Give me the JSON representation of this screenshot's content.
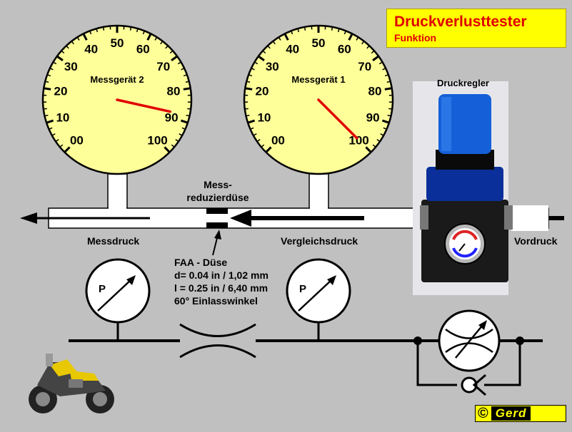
{
  "title": {
    "main": "Druckverlusttester",
    "sub": "Funktion"
  },
  "gauges": {
    "gauge2": {
      "label": "Messgerät  2",
      "reading": 88
    },
    "gauge1": {
      "label": "Messgerät  1",
      "reading": 100
    },
    "scale_labels": [
      "00",
      "10",
      "20",
      "30",
      "40",
      "50",
      "60",
      "70",
      "80",
      "90",
      "100"
    ]
  },
  "labels": {
    "regulator": "Druckregler",
    "orifice_line1": "Mess-",
    "orifice_line2": "reduzierdüse",
    "measuring_pressure": "Messdruck",
    "reference_pressure": "Vergleichsdruck",
    "inlet_pressure": "Vordruck",
    "faa_title": "FAA - Düse",
    "faa_d": "d= 0.04 in / 1,02 mm",
    "faa_l": "l = 0.25 in / 6,40 mm",
    "faa_angle": "60° Einlasswinkel",
    "schematic_gauge_symbol": "P"
  },
  "copyright": {
    "symbol": "©",
    "name": "Gerd"
  },
  "colors": {
    "background": "#c0c0c0",
    "gauge_face": "#ffff99",
    "needle": "#e00000",
    "title_box": "#ffff00",
    "title_text": "#e00000"
  }
}
